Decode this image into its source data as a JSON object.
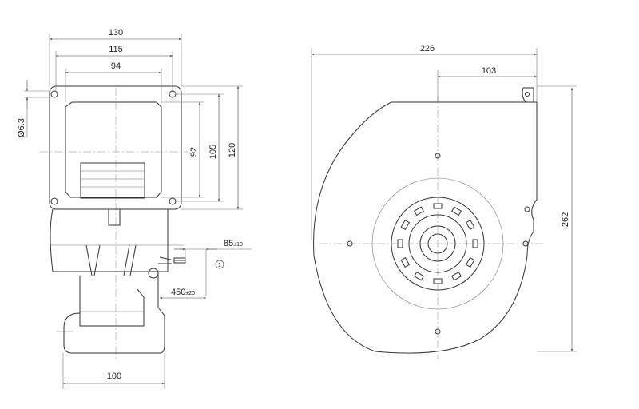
{
  "front_view": {
    "dimensions": {
      "width_overall": "130",
      "hole_spacing_horizontal": "115",
      "inner_width": "94",
      "hole_diameter": "Ø6.3",
      "inner_height": "92",
      "hole_spacing_vertical": "105",
      "height_overall": "120",
      "cable_strip": "85",
      "cable_strip_tol": "±10",
      "cable_length": "450",
      "cable_length_tol": "±20",
      "base_width": "100"
    },
    "callout": "1"
  },
  "side_view": {
    "dimensions": {
      "width_overall": "226",
      "center_to_outlet": "103",
      "height_overall": "262"
    }
  }
}
